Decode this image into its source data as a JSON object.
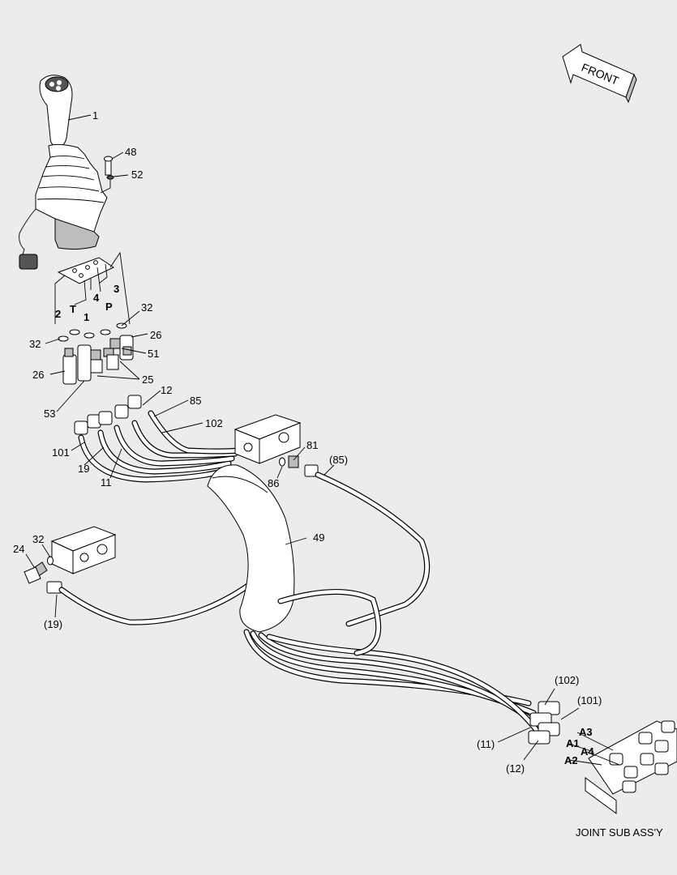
{
  "front_label": "FRONT",
  "sub_assembly_label": "JOINT SUB ASS'Y",
  "parts": [
    {
      "id": "p1",
      "text": "1"
    },
    {
      "id": "p48",
      "text": "48"
    },
    {
      "id": "p52",
      "text": "52"
    },
    {
      "id": "p2",
      "text": "2"
    },
    {
      "id": "pT",
      "text": "T"
    },
    {
      "id": "p1b",
      "text": "1"
    },
    {
      "id": "p4",
      "text": "4"
    },
    {
      "id": "pP",
      "text": "P"
    },
    {
      "id": "p3",
      "text": "3"
    },
    {
      "id": "p32a",
      "text": "32"
    },
    {
      "id": "p32b",
      "text": "32"
    },
    {
      "id": "p26a",
      "text": "26"
    },
    {
      "id": "p51",
      "text": "51"
    },
    {
      "id": "p26b",
      "text": "26"
    },
    {
      "id": "p25",
      "text": "25"
    },
    {
      "id": "p53",
      "text": "53"
    },
    {
      "id": "p12",
      "text": "12"
    },
    {
      "id": "p85",
      "text": "85"
    },
    {
      "id": "p102",
      "text": "102"
    },
    {
      "id": "p101",
      "text": "101"
    },
    {
      "id": "p19",
      "text": "19"
    },
    {
      "id": "p11",
      "text": "11"
    },
    {
      "id": "p81",
      "text": "81"
    },
    {
      "id": "p85p",
      "text": "(85)"
    },
    {
      "id": "p86",
      "text": "86"
    },
    {
      "id": "p49",
      "text": "49"
    },
    {
      "id": "p32c",
      "text": "32"
    },
    {
      "id": "p24",
      "text": "24"
    },
    {
      "id": "p19p",
      "text": "(19)"
    },
    {
      "id": "p102p",
      "text": "(102)"
    },
    {
      "id": "p101p",
      "text": "(101)"
    },
    {
      "id": "pA3",
      "text": "A3"
    },
    {
      "id": "p11p",
      "text": "(11)"
    },
    {
      "id": "pA1",
      "text": "A1"
    },
    {
      "id": "pA4",
      "text": "A4"
    },
    {
      "id": "p12p",
      "text": "(12)"
    },
    {
      "id": "pA2",
      "text": "A2"
    }
  ]
}
